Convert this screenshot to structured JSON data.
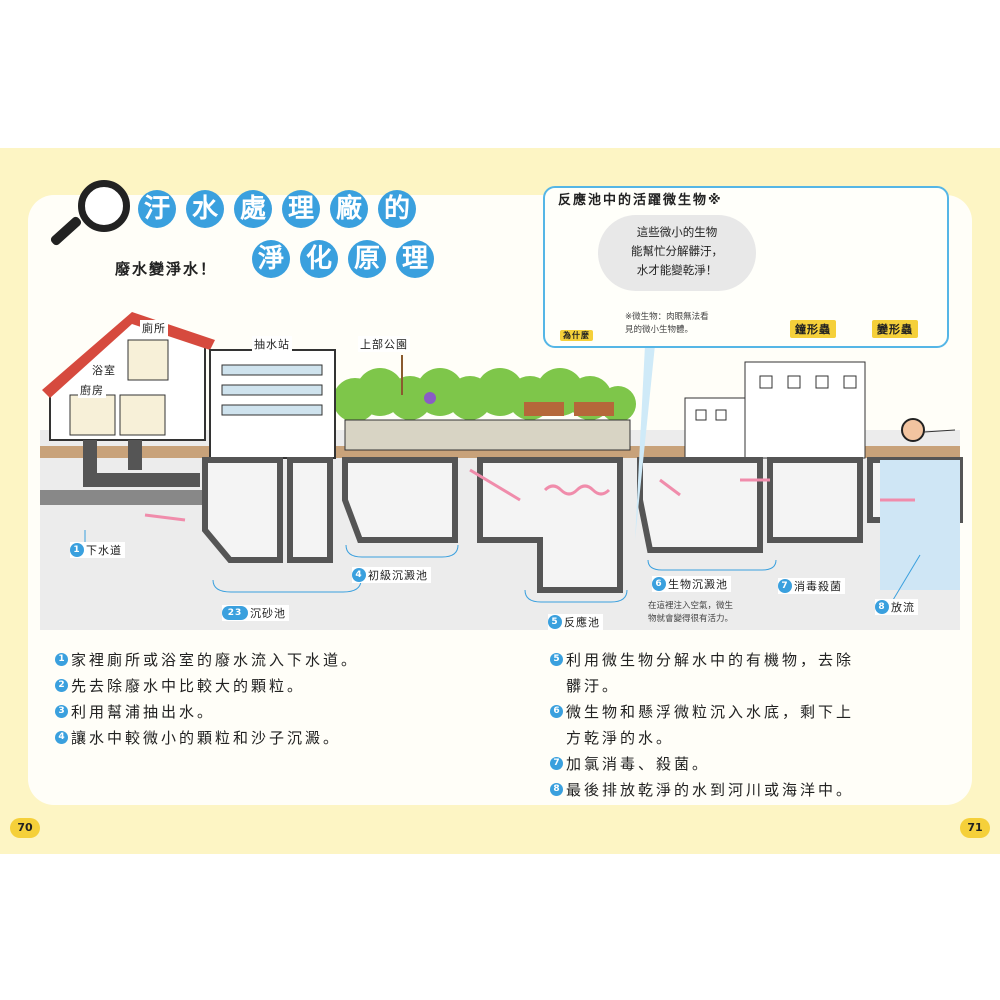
{
  "colors": {
    "accent": "#3aa0de",
    "label_yellow": "#f5d03a",
    "page_bg": "#fdf5c4",
    "flow_arrow": "#f08cab"
  },
  "title": {
    "chars": [
      "汙",
      "水",
      "處",
      "理",
      "廠",
      "的",
      "淨",
      "化",
      "原",
      "理"
    ],
    "subtitle": "廢水變淨水！"
  },
  "callout": {
    "title": "反應池中的活躍微生物※",
    "bubble_lines": [
      "這些微小的生物",
      "能幫忙分解髒汙，",
      "水才能變乾淨！"
    ],
    "character_label": "為什麼",
    "note_lines": [
      "※微生物：肉眼無法看",
      "見的微小生物體。"
    ],
    "organism_1": "鐘形蟲",
    "organism_2": "變形蟲"
  },
  "scene_labels": {
    "toilet": "廁所",
    "bathroom": "浴室",
    "kitchen": "廚房",
    "pump_station": "抽水站",
    "rooftop_park": "上部公園"
  },
  "stages": [
    {
      "num": "1",
      "label": "下水道"
    },
    {
      "num": "23",
      "label": "沉砂池"
    },
    {
      "num": "4",
      "label": "初級沉澱池"
    },
    {
      "num": "5",
      "label": "反應池"
    },
    {
      "num": "6",
      "label": "生物沉澱池"
    },
    {
      "num": "7",
      "label": "消毒殺菌"
    },
    {
      "num": "8",
      "label": "放流"
    }
  ],
  "reaction_note_lines": [
    "在這裡注入空氣，微生",
    "物就會變得很有活力。"
  ],
  "explanations_left": [
    {
      "num": "1",
      "lines": [
        "家裡廁所或浴室的廢水流入下水道。"
      ]
    },
    {
      "num": "2",
      "lines": [
        "先去除廢水中比較大的顆粒。"
      ]
    },
    {
      "num": "3",
      "lines": [
        "利用幫浦抽出水。"
      ]
    },
    {
      "num": "4",
      "lines": [
        "讓水中較微小的顆粒和沙子沉澱。"
      ]
    }
  ],
  "explanations_right": [
    {
      "num": "5",
      "lines": [
        "利用微生物分解水中的有機物，去除",
        "髒汙。"
      ]
    },
    {
      "num": "6",
      "lines": [
        "微生物和懸浮微粒沉入水底，剩下上",
        "方乾淨的水。"
      ]
    },
    {
      "num": "7",
      "lines": [
        "加氯消毒、殺菌。"
      ]
    },
    {
      "num": "8",
      "lines": [
        "最後排放乾淨的水到河川或海洋中。"
      ]
    }
  ],
  "page_numbers": {
    "left": "70",
    "right": "71"
  }
}
